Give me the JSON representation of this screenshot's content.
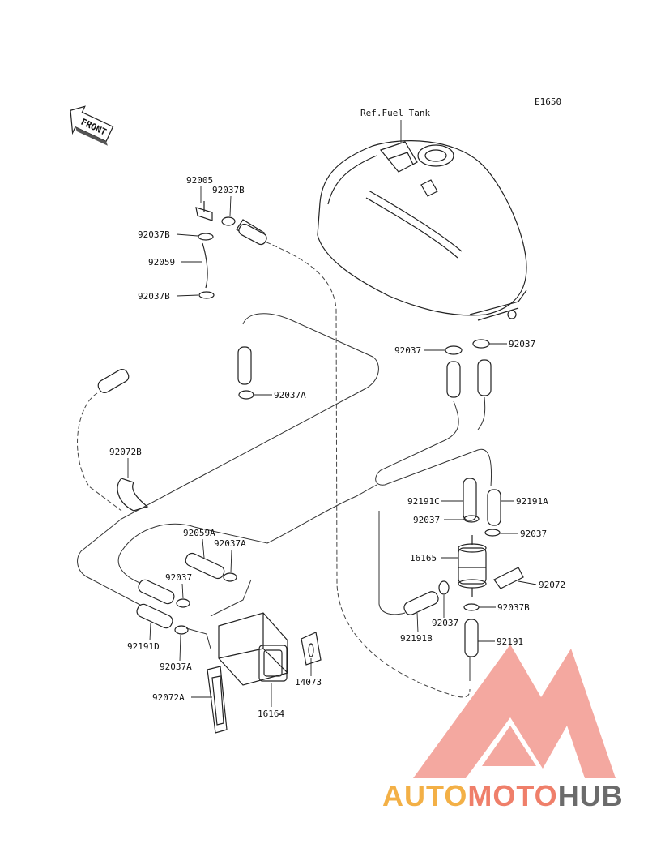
{
  "diagram_code": "E1650",
  "ref_label": "Ref.Fuel Tank",
  "front_label": "FRONT",
  "brand": {
    "part1": "AUTO",
    "part2": "MOTO",
    "part3": "HUB",
    "color_auto": "#f3b046",
    "color_moto": "#ef7f6a",
    "color_hub": "#6b6b6b",
    "color_logo": "#f08b80"
  },
  "parts": {
    "p92005": "92005",
    "p92037B_top": "92037B",
    "p92037B_left1": "92037B",
    "p92059": "92059",
    "p92037B_left2": "92037B",
    "p92037_left": "92037",
    "p92037_right": "92037",
    "p92037A_mid": "92037A",
    "p92072B": "92072B",
    "p92191C": "92191C",
    "p92191A": "92191A",
    "p92037_a": "92037",
    "p92037_b": "92037",
    "p16165": "16165",
    "p92059A": "92059A",
    "p92037A_top": "92037A",
    "p92072": "92072",
    "p92037_c": "92037",
    "p92037B_bottom": "92037B",
    "p92037_d": "92037",
    "p92191B": "92191B",
    "p92191D": "92191D",
    "p92191": "92191",
    "p92037A_bottom": "92037A",
    "p14073": "14073",
    "p92072A": "92072A",
    "p16164": "16164"
  }
}
